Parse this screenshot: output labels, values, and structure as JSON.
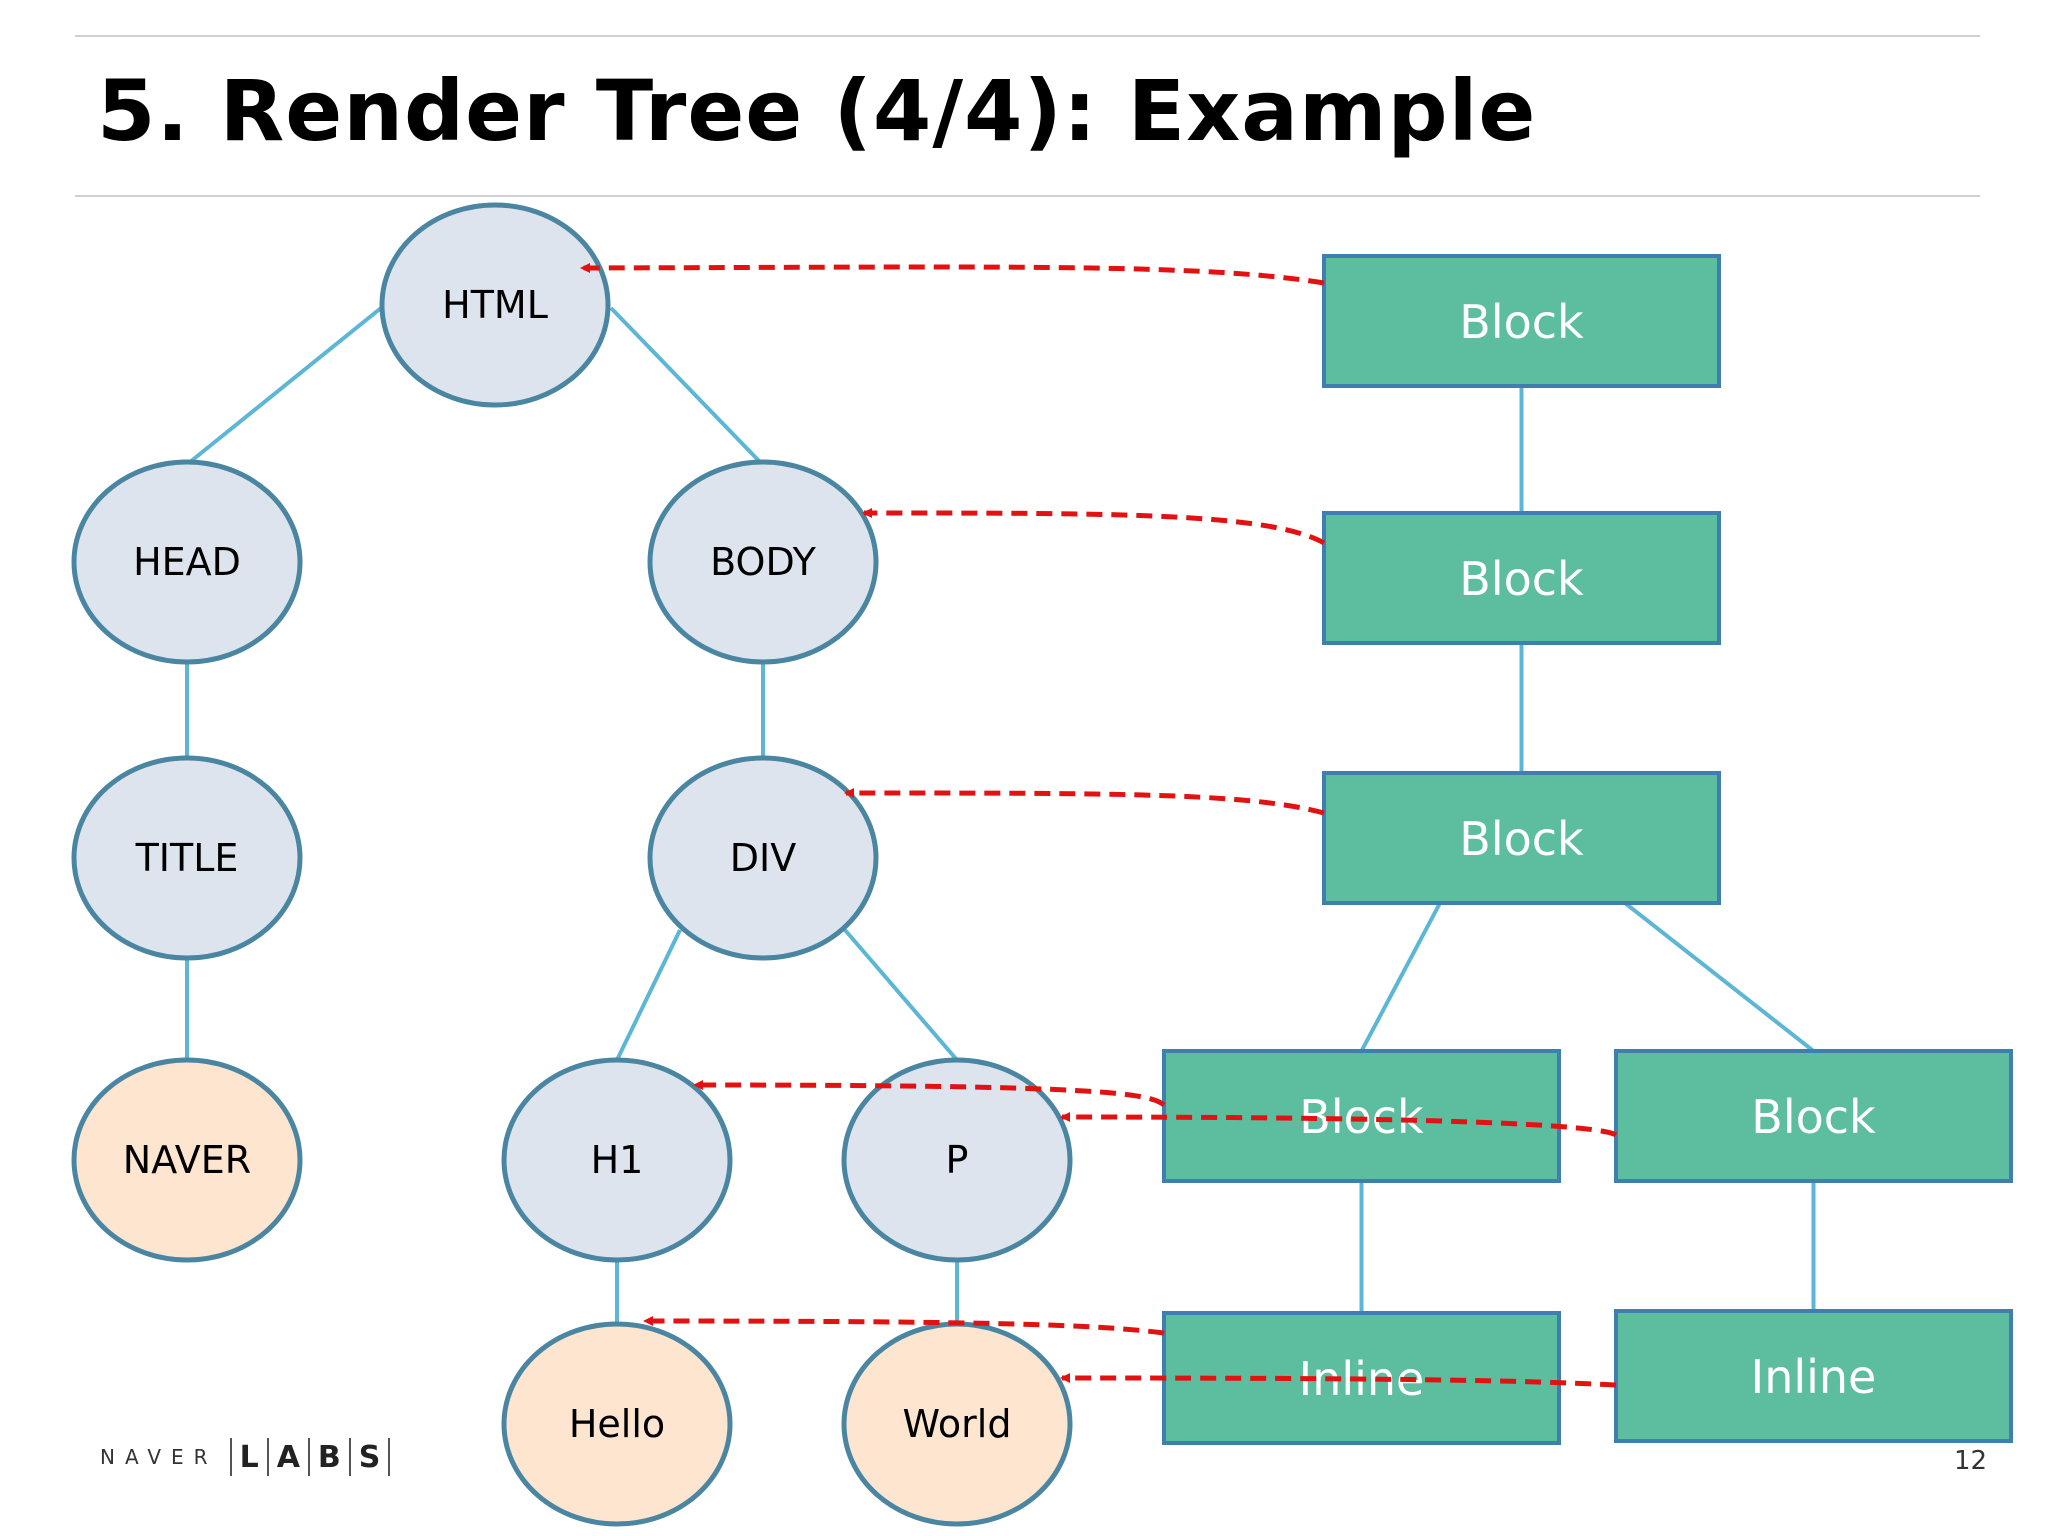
{
  "slide": {
    "title": "5. Render Tree (4/4): Example",
    "page_number": "12"
  },
  "logo": {
    "naver": "NAVER",
    "labs_letters": [
      "L",
      "A",
      "B",
      "S"
    ]
  },
  "dom_tree": {
    "nodes": [
      {
        "id": "html",
        "label": "HTML",
        "kind": "element"
      },
      {
        "id": "head",
        "label": "HEAD",
        "kind": "element"
      },
      {
        "id": "body",
        "label": "BODY",
        "kind": "element"
      },
      {
        "id": "title",
        "label": "TITLE",
        "kind": "element"
      },
      {
        "id": "div",
        "label": "DIV",
        "kind": "element"
      },
      {
        "id": "naver",
        "label": "NAVER",
        "kind": "text"
      },
      {
        "id": "h1",
        "label": "H1",
        "kind": "element"
      },
      {
        "id": "p",
        "label": "P",
        "kind": "element"
      },
      {
        "id": "hello",
        "label": "Hello",
        "kind": "text"
      },
      {
        "id": "world",
        "label": "World",
        "kind": "text"
      }
    ],
    "edges": [
      [
        "html",
        "head"
      ],
      [
        "html",
        "body"
      ],
      [
        "head",
        "title"
      ],
      [
        "title",
        "naver"
      ],
      [
        "body",
        "div"
      ],
      [
        "div",
        "h1"
      ],
      [
        "div",
        "p"
      ],
      [
        "h1",
        "hello"
      ],
      [
        "p",
        "world"
      ]
    ]
  },
  "render_tree": {
    "boxes": [
      {
        "id": "rb1",
        "label": "Block"
      },
      {
        "id": "rb2",
        "label": "Block"
      },
      {
        "id": "rb3",
        "label": "Block"
      },
      {
        "id": "rb4",
        "label": "Block"
      },
      {
        "id": "rb5",
        "label": "Block"
      },
      {
        "id": "ri1",
        "label": "Inline"
      },
      {
        "id": "ri2",
        "label": "Inline"
      }
    ],
    "edges": [
      [
        "rb1",
        "rb2"
      ],
      [
        "rb2",
        "rb3"
      ],
      [
        "rb3",
        "rb4"
      ],
      [
        "rb3",
        "rb5"
      ],
      [
        "rb4",
        "ri1"
      ],
      [
        "rb5",
        "ri2"
      ]
    ]
  },
  "mappings": [
    [
      "rb1",
      "html"
    ],
    [
      "rb2",
      "body"
    ],
    [
      "rb3",
      "div"
    ],
    [
      "rb4",
      "h1"
    ],
    [
      "rb5",
      "p"
    ],
    [
      "ri1",
      "hello"
    ],
    [
      "ri2",
      "world"
    ]
  ],
  "colors": {
    "element_fill": "#dde4ee",
    "text_fill": "#fde5cf",
    "node_stroke": "#4a86a2",
    "connector": "#5cb6d6",
    "box_fill": "#5dbd9f",
    "box_stroke": "#3f7fb0",
    "mapping_arrow": "#e21212"
  }
}
